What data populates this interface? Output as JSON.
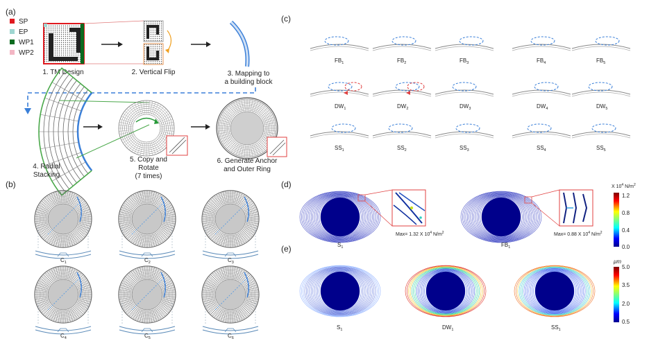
{
  "panel_a": {
    "panel_label": "(a)",
    "legend": [
      {
        "label": "SP",
        "color": "#e0191f"
      },
      {
        "label": "EP",
        "color": "#9fd6d1"
      },
      {
        "label": "WP1",
        "color": "#0a6b1f"
      },
      {
        "label": "WP2",
        "color": "#f3b6c4"
      }
    ],
    "steps": {
      "s1": "1. TM Design",
      "s2": "2. Vertical Flip",
      "s3a": "3. Mapping to",
      "s3b": "a building block",
      "s4a": "4. Radial",
      "s4b": "Stacking",
      "s5a": "5. Copy and",
      "s5b": "Rotate",
      "s5c": "(7 times)",
      "s6a": "6. Generate Anchor",
      "s6b": "and Outer Ring"
    }
  },
  "panel_b": {
    "panel_label": "(b)",
    "items": [
      {
        "base": "C",
        "sub": "1"
      },
      {
        "base": "C",
        "sub": "2"
      },
      {
        "base": "C",
        "sub": "3"
      },
      {
        "base": "C",
        "sub": "4"
      },
      {
        "base": "C",
        "sub": "5"
      },
      {
        "base": "C",
        "sub": "6"
      }
    ]
  },
  "panel_c": {
    "panel_label": "(c)",
    "rows": [
      [
        {
          "base": "FB",
          "sub": "1"
        },
        {
          "base": "FB",
          "sub": "2"
        },
        {
          "base": "FB",
          "sub": "3"
        },
        {
          "base": "FB",
          "sub": "4"
        },
        {
          "base": "FB",
          "sub": "5"
        }
      ],
      [
        {
          "base": "DW",
          "sub": "1"
        },
        {
          "base": "DW",
          "sub": "2"
        },
        {
          "base": "DW",
          "sub": "3"
        },
        {
          "base": "DW",
          "sub": "4"
        },
        {
          "base": "DW",
          "sub": "5"
        }
      ],
      [
        {
          "base": "SS",
          "sub": "1"
        },
        {
          "base": "SS",
          "sub": "2"
        },
        {
          "base": "SS",
          "sub": "3"
        },
        {
          "base": "SS",
          "sub": "4"
        },
        {
          "base": "SS",
          "sub": "5"
        }
      ]
    ]
  },
  "panel_d": {
    "panel_label": "(d)",
    "left": {
      "base": "S",
      "sub": "1",
      "max_prefix": "Max= 1.32 X 10",
      "max_exp": "4",
      "max_unit": " N/m",
      "max_unit_exp": "2"
    },
    "right": {
      "base": "FB",
      "sub": "1",
      "max_prefix": "Max= 0.88 X 10",
      "max_exp": "4",
      "max_unit": " N/m",
      "max_unit_exp": "2"
    },
    "colorbar": {
      "unit_prefix": "X 10",
      "unit_exp": "4",
      "unit_suffix": " N/m",
      "unit_suffix_exp": "2",
      "ticks": [
        "1.2",
        "0.8",
        "0.4",
        "0.0"
      ]
    }
  },
  "panel_e": {
    "panel_label": "(e)",
    "items": [
      {
        "base": "S",
        "sub": "1"
      },
      {
        "base": "DW",
        "sub": "1"
      },
      {
        "base": "SS",
        "sub": "1"
      }
    ],
    "colorbar": {
      "unit": "μm",
      "ticks": [
        "5.0",
        "3.5",
        "2.0",
        "0.5"
      ]
    }
  }
}
